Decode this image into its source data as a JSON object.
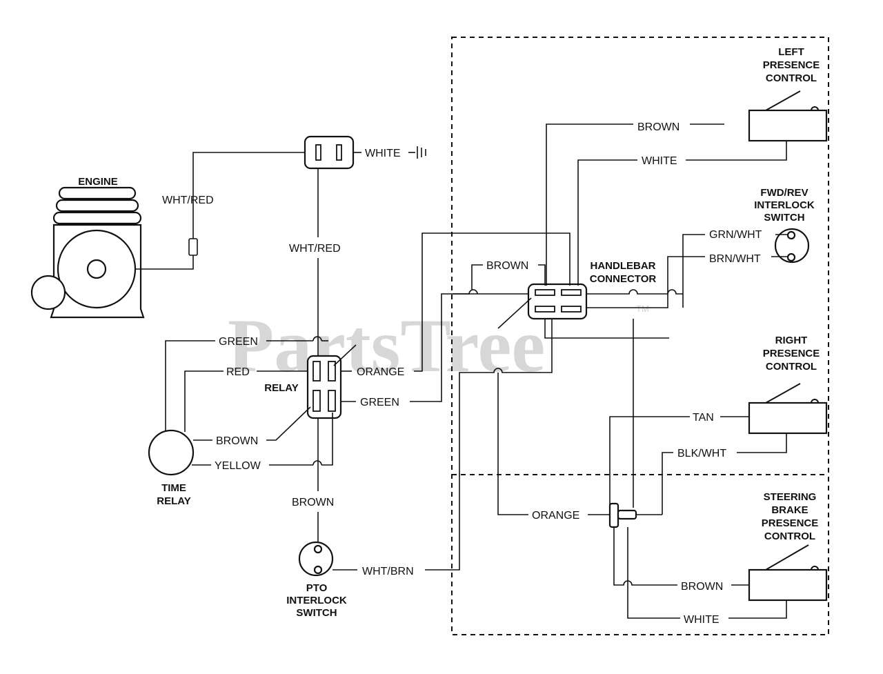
{
  "watermark": {
    "text": "PartsTree",
    "mark": "TM"
  },
  "components": {
    "engine": "ENGINE",
    "relay": "RELAY",
    "time_relay": [
      "TIME",
      "RELAY"
    ],
    "pto_switch": [
      "PTO",
      "INTERLOCK",
      "SWITCH"
    ],
    "handlebar_connector": [
      "HANDLEBAR",
      "CONNECTOR"
    ],
    "left_presence": [
      "LEFT",
      "PRESENCE",
      "CONTROL"
    ],
    "fwd_rev_switch": [
      "FWD/REV",
      "INTERLOCK",
      "SWITCH"
    ],
    "right_presence": [
      "RIGHT",
      "PRESENCE",
      "CONTROL"
    ],
    "steering_brake": [
      "STEERING",
      "BRAKE",
      "PRESENCE",
      "CONTROL"
    ]
  },
  "wire_labels": {
    "white_ground": "WHITE",
    "wht_red_engine": "WHT/RED",
    "wht_red_vertical": "WHT/RED",
    "green_top": "GREEN",
    "red": "RED",
    "orange_relay": "ORANGE",
    "green_relay": "GREEN",
    "brown_timer": "BROWN",
    "yellow": "YELLOW",
    "brown_vertical": "BROWN",
    "wht_brn": "WHT/BRN",
    "brown_left": "BROWN",
    "white_left": "WHITE",
    "brown_connector": "BROWN",
    "grn_wht": "GRN/WHT",
    "brn_wht": "BRN/WHT",
    "tan": "TAN",
    "blk_wht": "BLK/WHT",
    "orange_lower": "ORANGE",
    "brown_steering": "BROWN",
    "white_steering": "WHITE"
  }
}
